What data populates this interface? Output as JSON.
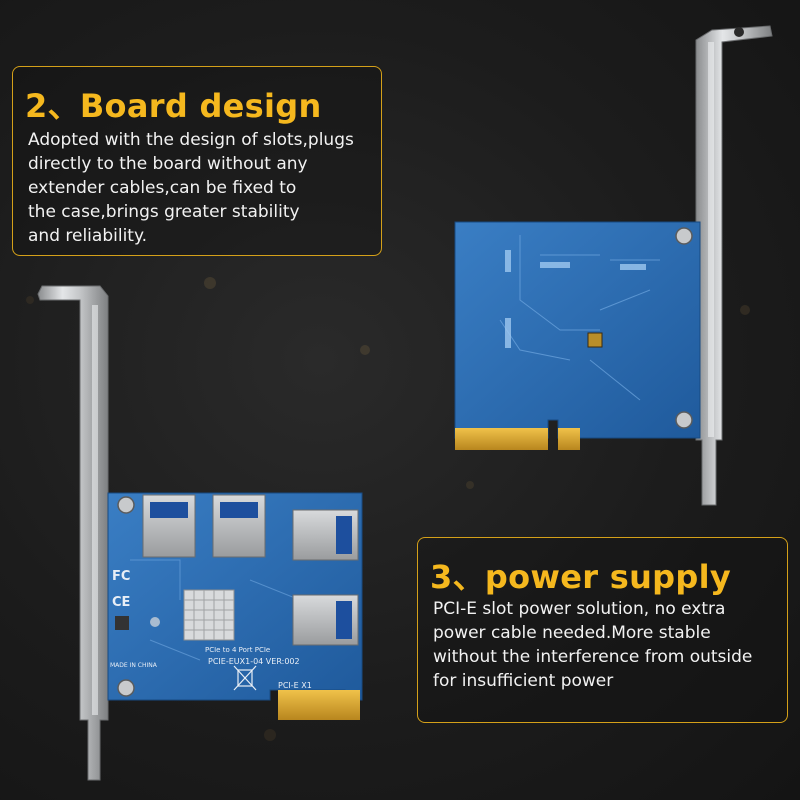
{
  "callouts": {
    "board_design": {
      "heading": "2、Board design",
      "lines": [
        "Adopted with the design of slots,plugs",
        "directly to the board without any",
        "extender cables,can be fixed to",
        "the case,brings greater stability",
        "and reliability."
      ]
    },
    "power_supply": {
      "heading": "3、power supply",
      "lines": [
        "PCI-E slot power solution, no extra",
        "power cable needed.More stable",
        "without the interference from outside",
        "for insufficient power"
      ]
    }
  },
  "board_labels": {
    "fc": "FC",
    "ce": "CE",
    "made_in": "MADE IN CHINA",
    "model": "PCIE-EUX1-04 VER:002",
    "port_label": "PCIe to 4 Port PCIe",
    "pcie_x1": "PCI-E X1"
  },
  "colors": {
    "accent": "#f5b81e",
    "border": "#d4a019",
    "pcb": "#2a6db5",
    "background": "#1c1c1c"
  }
}
